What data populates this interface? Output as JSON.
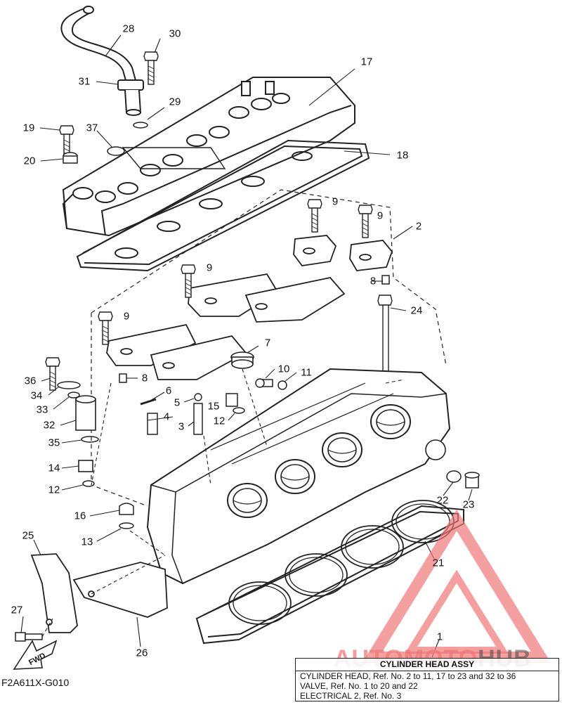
{
  "diagram": {
    "ref_code": "F2A611X-G010",
    "fwd_label": "FWD",
    "callouts": [
      {
        "id": "28",
        "label": "28"
      },
      {
        "id": "30",
        "label": "30"
      },
      {
        "id": "17",
        "label": "17"
      },
      {
        "id": "31",
        "label": "31"
      },
      {
        "id": "29",
        "label": "29"
      },
      {
        "id": "19",
        "label": "19"
      },
      {
        "id": "37",
        "label": "37"
      },
      {
        "id": "18",
        "label": "18"
      },
      {
        "id": "20",
        "label": "20"
      },
      {
        "id": "9a",
        "label": "9"
      },
      {
        "id": "9b",
        "label": "9"
      },
      {
        "id": "2",
        "label": "2"
      },
      {
        "id": "9c",
        "label": "9"
      },
      {
        "id": "8a",
        "label": "8"
      },
      {
        "id": "24",
        "label": "24"
      },
      {
        "id": "9d",
        "label": "9"
      },
      {
        "id": "7",
        "label": "7"
      },
      {
        "id": "8b",
        "label": "8"
      },
      {
        "id": "10",
        "label": "10"
      },
      {
        "id": "11",
        "label": "11"
      },
      {
        "id": "36",
        "label": "36"
      },
      {
        "id": "6",
        "label": "6"
      },
      {
        "id": "34",
        "label": "34"
      },
      {
        "id": "5",
        "label": "5"
      },
      {
        "id": "15",
        "label": "15"
      },
      {
        "id": "33",
        "label": "33"
      },
      {
        "id": "4",
        "label": "4"
      },
      {
        "id": "3",
        "label": "3"
      },
      {
        "id": "12a",
        "label": "12"
      },
      {
        "id": "32",
        "label": "32"
      },
      {
        "id": "35",
        "label": "35"
      },
      {
        "id": "14",
        "label": "14"
      },
      {
        "id": "12b",
        "label": "12"
      },
      {
        "id": "16",
        "label": "16"
      },
      {
        "id": "22",
        "label": "22"
      },
      {
        "id": "23",
        "label": "23"
      },
      {
        "id": "13",
        "label": "13"
      },
      {
        "id": "25",
        "label": "25"
      },
      {
        "id": "21",
        "label": "21"
      },
      {
        "id": "27",
        "label": "27"
      },
      {
        "id": "26",
        "label": "26"
      },
      {
        "id": "1",
        "label": "1"
      }
    ],
    "legend": {
      "title": "CYLINDER HEAD ASSY",
      "lines": [
        "CYLINDER HEAD, Ref. No. 2 to 11, 17 to 23 and 32 to 36",
        "VALVE, Ref. No. 1 to 20 and 22",
        "ELECTRICAL 2, Ref. No. 3"
      ]
    },
    "watermark": {
      "part_a": "AUTOMOTO",
      "part_b": "HUB"
    },
    "colors": {
      "line": "#222222",
      "watermark_red": "#f07878",
      "watermark_grey": "#555555"
    }
  }
}
